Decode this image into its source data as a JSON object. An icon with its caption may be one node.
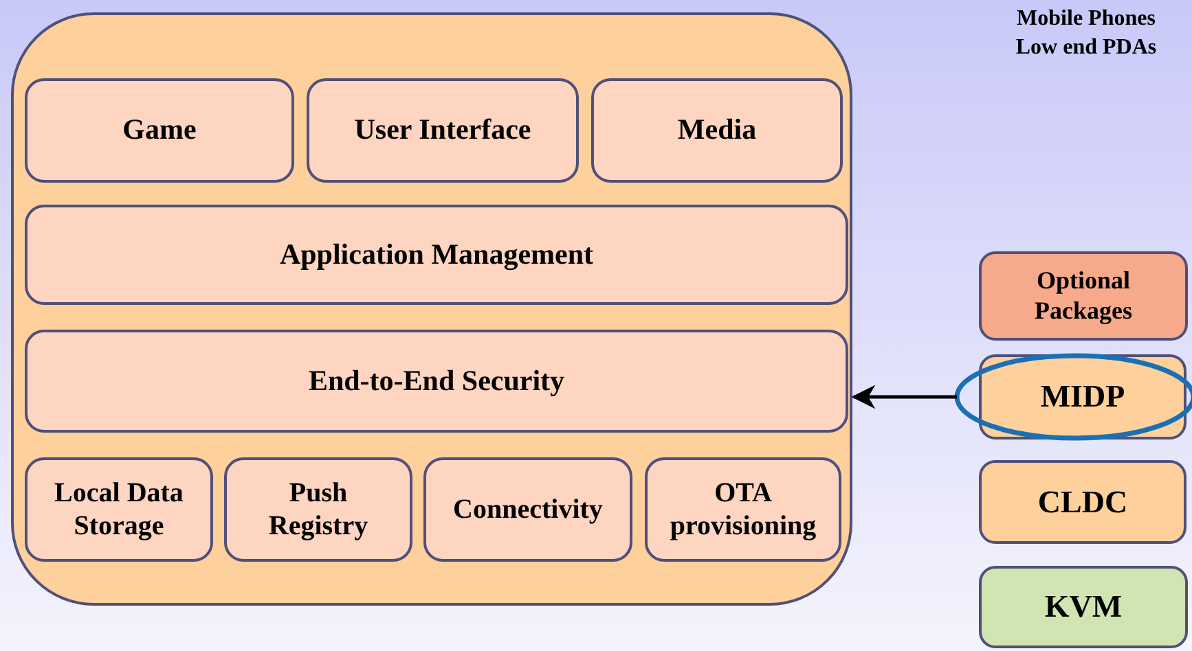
{
  "diagram": {
    "nodes": [
      {
        "text": [],
        "shape": "box"
      },
      {
        "text": [
          "Game"
        ],
        "in": 0
      },
      {
        "text": [
          "User Interface"
        ],
        "in": 0
      },
      {
        "text": [
          "Media"
        ],
        "in": 0
      },
      {
        "text": [
          "Application Management"
        ],
        "in": 0
      },
      {
        "text": [
          "End-to-End Security"
        ],
        "in": 0
      },
      {
        "text": [
          "Local Data Storage"
        ],
        "in": 0
      },
      {
        "text": [
          "Push Registry"
        ],
        "in": 0
      },
      {
        "text": [
          "Connectivity"
        ],
        "in": 0
      },
      {
        "text": [
          "OTA provisioning"
        ],
        "in": 0
      },
      {
        "text": [
          "Optional Packages"
        ]
      },
      {
        "text": [
          "MIDP"
        ]
      },
      {
        "text": [
          "CLDC"
        ]
      },
      {
        "text": [
          "KVM"
        ]
      }
    ],
    "edges": [
      {
        "from": 11,
        "to": 0,
        "arrow": "to"
      }
    ],
    "labels": [
      "Mobile Phones",
      "Low end PDAs"
    ]
  }
}
